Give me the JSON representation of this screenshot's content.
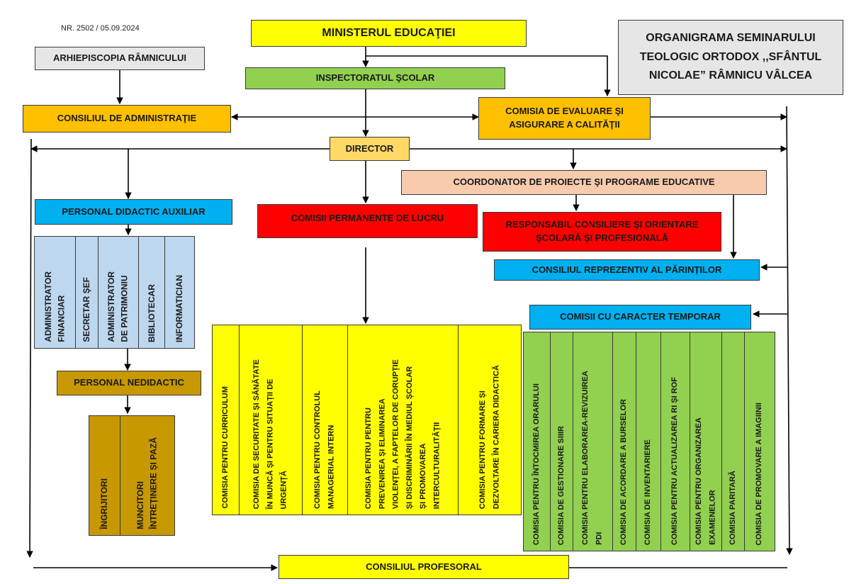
{
  "document_ref": "NR. 2502 / 05.09.2024",
  "title": "ORGANIGRAMA SEMINARULUI TEOLOGIC ORTODOX ,,SFÂNTUL NICOLAE” RÂMNICU VÂLCEA",
  "title_lines": [
    "ORGANIGRAMA SEMINARULUI",
    "TEOLOGIC ORTODOX ,,SFÂNTUL",
    "NICOLAE” RÂMNICU VÂLCEA"
  ],
  "nodes": {
    "ministerul": "MINISTERUL EDUCAŢIEI",
    "arhiepiscopia": "ARHIEPISCOPIA RÂMNICULUI",
    "inspectoratul": "INSPECTORATUL ŞCOLAR",
    "consiliul_administratie": "CONSILIUL DE ADMINISTRAŢIE",
    "comisia_evaluare": "COMISIA DE EVALUARE ŞI ASIGURARE  A CALITĂŢII",
    "director": "DIRECTOR",
    "coordonator": "COORDONATOR DE PROIECTE ŞI PROGRAME EDUCATIVE",
    "personal_didactic_auxiliar": "PERSONAL DIDACTIC AUXILIAR",
    "comisii_permanente": "COMISII PERMANENTE DE LUCRU",
    "responsabil_consiliere": "RESPONSABIL CONSILIERE ŞI ORIENTARE ŞCOLARĂ ŞI PROFESIONALĂ",
    "consiliul_parintilor": "CONSILIUL REPREZENTIV AL PĂRINȚILOR",
    "comisii_temporare": "COMISII CU CARACTER TEMPORAR",
    "personal_nedidactic": "PERSONAL NEDIDACTIC",
    "consiliul_profesoral": "CONSILIUL  PROFESORAL"
  },
  "didactic_auxiliar_roles": [
    "ADMINISTRATOR\nFINANCIAR",
    "SECRETAR ŞEF",
    "ADMINISTRATOR\nDE PATRIMONIU",
    "BIBLIOTECAR",
    "INFORMATICIAN"
  ],
  "nedidactic_roles": [
    "ÎNGRIJITORI",
    "MUNCITORI\nÎNTREȚINERE ȘI PAZĂ"
  ],
  "permanent_commissions": [
    "COMISIA PENTRU CURRICULUM",
    "COMISIA DE SECURITATE ȘI SĂNĂTATE\nÎN MUNCĂ ȘI PENTRU SITUAȚII DE\nURGENȚĂ",
    "COMISIA PENTRU CONTROLUL\nMANAGERIAL INTERN",
    "COMISIA PENTRU PENTRU\nPREVENIREA ȘI ELIMINAREA\nVIOLENȚEI, A FAPTELOR DE CORUPȚIE\nȘI DISCRIMINĂRII ÎN MEDIUL ȘCOLAR\nȘI PROMOVAREA\nINTERCULTURALITĂȚII",
    "COMISIA PENTRU FORMARE ȘI\nDEZVOLTARE ÎN CARIERA DIDACTICĂ"
  ],
  "temporary_commissions": [
    "COMISIA PENTRU ÎNTOCMIREA  ORARULUI",
    "COMISIA DE GESTIONARE SIIIR",
    "COMISIA PENTRU ELABORAREA-REVIZUIREA\nPDI",
    "COMISIA DE ACORDARE A BURSELOR",
    "COMISIA DE INVENTARIERE",
    "COMISIA PENTRU ACTUALIZAREA RI ȘI ROF",
    "COMISIA PENTRU ORGANIZAREA\nEXAMENELOR",
    "COMISIA PARITARĂ",
    "COMISIA DE PROMOVARE A IMAGIINII"
  ],
  "colors": {
    "ministry_yellow": "#ffff00",
    "inspectorate_green": "#92d050",
    "council_orange": "#ffc000",
    "director_gold": "#ffd966",
    "coordinator_peach": "#f8cbad",
    "red": "#ff0000",
    "blue": "#00b0f0",
    "pale_blue": "#bdd7ee",
    "brown": "#c89800",
    "gray": "#e7e6e6"
  }
}
